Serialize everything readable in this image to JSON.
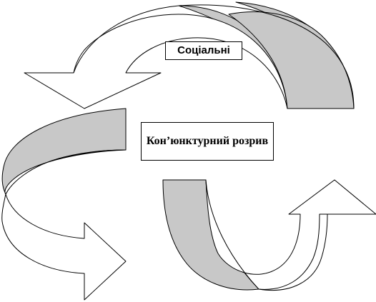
{
  "diagram": {
    "labels": {
      "social": "Соціальні",
      "center": "Кон’юнктурний розрив"
    },
    "colors": {
      "outline": "#000000",
      "band_shade": "#c8c8c8",
      "fill": "#ffffff"
    },
    "arrows": [
      "top-arrow",
      "left-arrow",
      "bottom-right-arrow"
    ]
  }
}
